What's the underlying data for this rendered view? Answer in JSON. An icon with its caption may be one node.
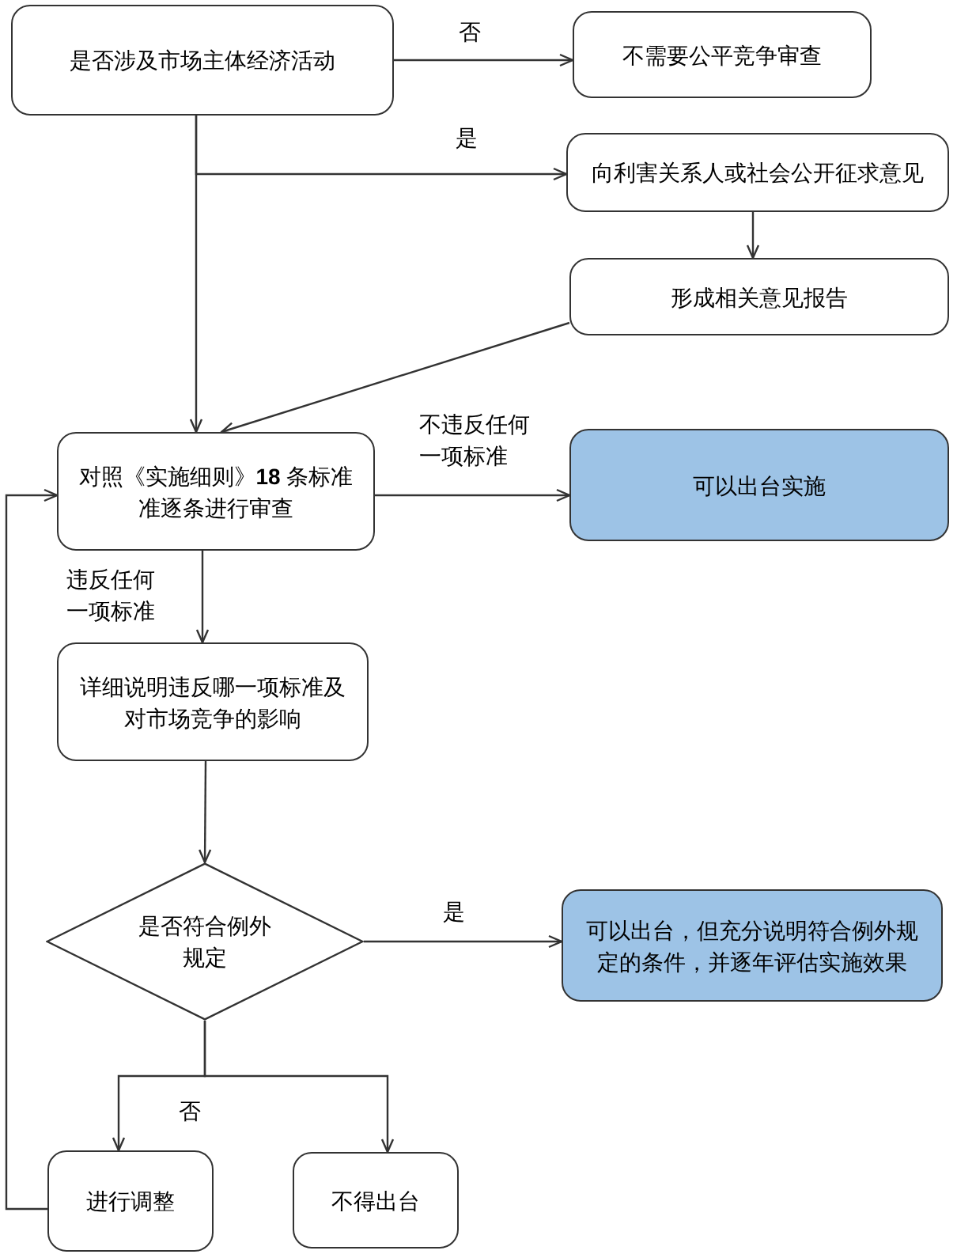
{
  "diagram": {
    "nodes": [
      {
        "text": [
          "是否涉及市场主体经济活动"
        ]
      },
      {
        "text": [
          "不需要公平竞争审查"
        ]
      },
      {
        "text": [
          "向利害关系人或社会公开征求意见"
        ]
      },
      {
        "text": [
          "形成相关意见报告"
        ]
      },
      {
        "text": [
          "对照《实施细则》**18** 条标准准逐条进行审查"
        ]
      },
      {
        "text": [
          "可以出台实施"
        ]
      },
      {
        "text": [
          "详细说明违反哪一项标准及对市场竞争的影响"
        ]
      },
      {
        "text": [
          "是否符合例外规定"
        ]
      },
      {
        "text": [
          "可以出台，但充分说明符合例外规定的条件，并逐年评估实施效果"
        ]
      },
      {
        "text": [
          "进行调整"
        ]
      },
      {
        "text": [
          "不得出台"
        ]
      }
    ],
    "edges": [
      {
        "from": 0,
        "to": 1,
        "arrow": "to",
        "label": "否"
      },
      {
        "from": 0,
        "to": 2,
        "arrow": "to",
        "label": "是"
      },
      {
        "from": 0,
        "to": 4,
        "arrow": "to"
      },
      {
        "from": 2,
        "to": 3,
        "arrow": "to"
      },
      {
        "from": 3,
        "to": 4,
        "arrow": "to"
      },
      {
        "from": 4,
        "to": 5,
        "arrow": "to",
        "label": "不违反任何一项标准"
      },
      {
        "from": 4,
        "to": 6,
        "arrow": "to",
        "label": "违反任何一项标准"
      },
      {
        "from": 6,
        "to": 7,
        "arrow": "to"
      },
      {
        "from": 7,
        "to": 8,
        "arrow": "to",
        "label": "是"
      },
      {
        "from": 7,
        "to": 9,
        "arrow": "to",
        "label": "否"
      },
      {
        "from": 7,
        "to": 10,
        "arrow": "to"
      },
      {
        "from": 9,
        "to": 4,
        "arrow": "to"
      }
    ]
  }
}
